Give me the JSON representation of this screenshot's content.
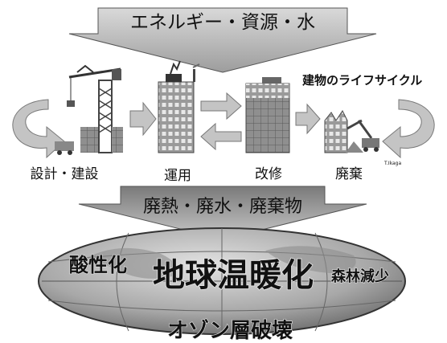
{
  "top_arrow": {
    "label": "エネルギー・資源・水"
  },
  "lifecycle_title": "建物のライフサイクル",
  "stages": [
    {
      "label": "設計・建設"
    },
    {
      "label": "運用"
    },
    {
      "label": "改修"
    },
    {
      "label": "廃棄"
    }
  ],
  "credit": "T.Ikaga",
  "bottom_arrow": {
    "label": "廃熱・廃水・廃棄物"
  },
  "globe_labels": {
    "left": "酸性化",
    "center": "地球温暖化",
    "right": "森林減少",
    "bottom": "オゾン層破壊"
  },
  "colors": {
    "arrow_fill": "#cfcfcf",
    "arrow_edge": "#555555",
    "building": "#9a9a9a",
    "globe": "#b8b8b8"
  }
}
